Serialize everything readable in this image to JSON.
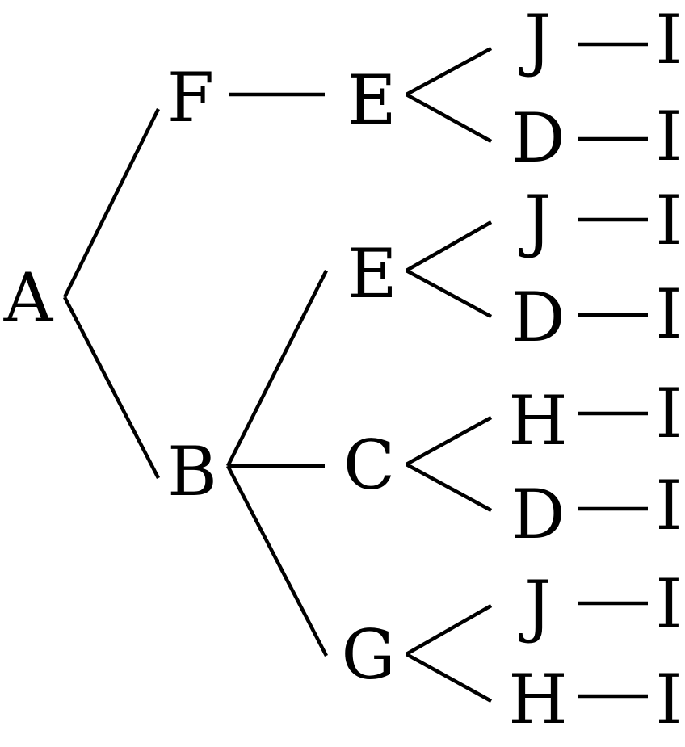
{
  "tree": {
    "nodes": [
      {
        "id": "n0",
        "label": "A"
      },
      {
        "id": "n1",
        "label": "F"
      },
      {
        "id": "n2",
        "label": "B"
      },
      {
        "id": "n3",
        "label": "E"
      },
      {
        "id": "n4",
        "label": "E"
      },
      {
        "id": "n5",
        "label": "C"
      },
      {
        "id": "n6",
        "label": "G"
      },
      {
        "id": "n7",
        "label": "J"
      },
      {
        "id": "n8",
        "label": "D"
      },
      {
        "id": "n9",
        "label": "J"
      },
      {
        "id": "n10",
        "label": "D"
      },
      {
        "id": "n11",
        "label": "H"
      },
      {
        "id": "n12",
        "label": "D"
      },
      {
        "id": "n13",
        "label": "J"
      },
      {
        "id": "n14",
        "label": "H"
      },
      {
        "id": "n15",
        "label": "I"
      },
      {
        "id": "n16",
        "label": "I"
      },
      {
        "id": "n17",
        "label": "I"
      },
      {
        "id": "n18",
        "label": "I"
      },
      {
        "id": "n19",
        "label": "I"
      },
      {
        "id": "n20",
        "label": "I"
      },
      {
        "id": "n21",
        "label": "I"
      },
      {
        "id": "n22",
        "label": "I"
      }
    ],
    "edges": [
      [
        "n0",
        "n1"
      ],
      [
        "n0",
        "n2"
      ],
      [
        "n1",
        "n3"
      ],
      [
        "n2",
        "n4"
      ],
      [
        "n2",
        "n5"
      ],
      [
        "n2",
        "n6"
      ],
      [
        "n3",
        "n7"
      ],
      [
        "n3",
        "n8"
      ],
      [
        "n4",
        "n9"
      ],
      [
        "n4",
        "n10"
      ],
      [
        "n5",
        "n11"
      ],
      [
        "n5",
        "n12"
      ],
      [
        "n6",
        "n13"
      ],
      [
        "n6",
        "n14"
      ],
      [
        "n7",
        "n15"
      ],
      [
        "n8",
        "n16"
      ],
      [
        "n9",
        "n17"
      ],
      [
        "n10",
        "n18"
      ],
      [
        "n11",
        "n19"
      ],
      [
        "n12",
        "n20"
      ],
      [
        "n13",
        "n21"
      ],
      [
        "n14",
        "n22"
      ]
    ]
  }
}
